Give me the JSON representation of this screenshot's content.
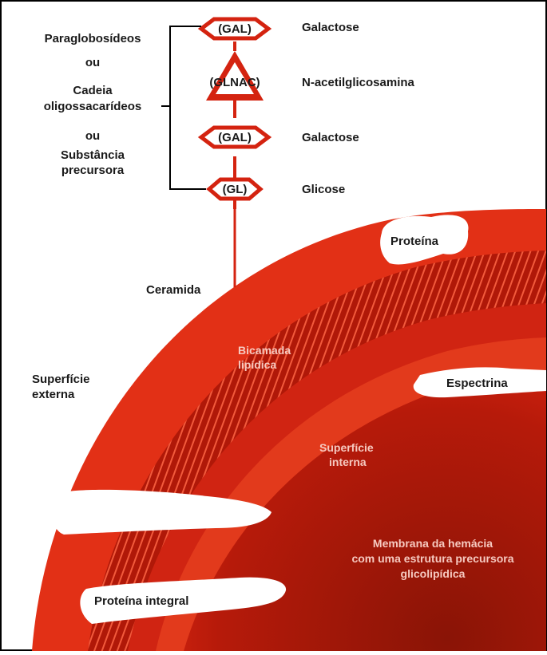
{
  "sugars": [
    {
      "abbr": "(GAL)",
      "name": "Galactose"
    },
    {
      "abbr": "(GLNAC)",
      "name": "N-acetilglicosamina"
    },
    {
      "abbr": "(GAL)",
      "name": "Galactose"
    },
    {
      "abbr": "(GL)",
      "name": "Glicose"
    }
  ],
  "bracket_labels": [
    "Paraglobosídeos",
    "ou",
    "Cadeia",
    "oligossacarídeos",
    "ou",
    "Substância",
    "precursora"
  ],
  "labels": {
    "ceramida": "Ceramida",
    "proteina": "Proteína",
    "bicamada_1": "Bicamada",
    "bicamada_2": "lipídica",
    "superficie_externa_1": "Superfície",
    "superficie_externa_2": "externa",
    "espectrina": "Espectrina",
    "superficie_interna_1": "Superfície",
    "superficie_interna_2": "interna",
    "membrana_1": "Membrana da hemácia",
    "membrana_2": "com uma estrutura precursora",
    "membrana_3": "glicolipídica",
    "proteina_integral": "Proteína integral"
  },
  "colors": {
    "membrane_outer": "#e02a12",
    "membrane_mid": "#c81c0c",
    "membrane_inner": "#9e1808",
    "chain": "#d42310",
    "text": "#1a1a1a"
  }
}
